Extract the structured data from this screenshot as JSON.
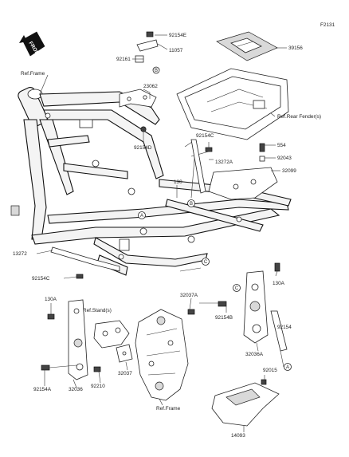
{
  "diagram_code": "F2131",
  "front_arrow_text": "FRONT",
  "refs": {
    "frame_top": "Ref.Frame",
    "rear_fender": "Ref.Rear Fender(s)",
    "stand": "Ref.Stand(s)",
    "frame_bottom": "Ref.Frame"
  },
  "callout_letters": [
    "A",
    "B",
    "C"
  ],
  "part_numbers": [
    "92154E",
    "11057",
    "92161",
    "39156",
    "23062",
    "92154D",
    "92154C",
    "13272A",
    "554",
    "92043",
    "32099",
    "130",
    "13272",
    "92154C",
    "130A",
    "32037A",
    "130A",
    "92154B",
    "92154",
    "32036",
    "32036A",
    "32037",
    "92210",
    "92154A",
    "92015",
    "14093"
  ]
}
